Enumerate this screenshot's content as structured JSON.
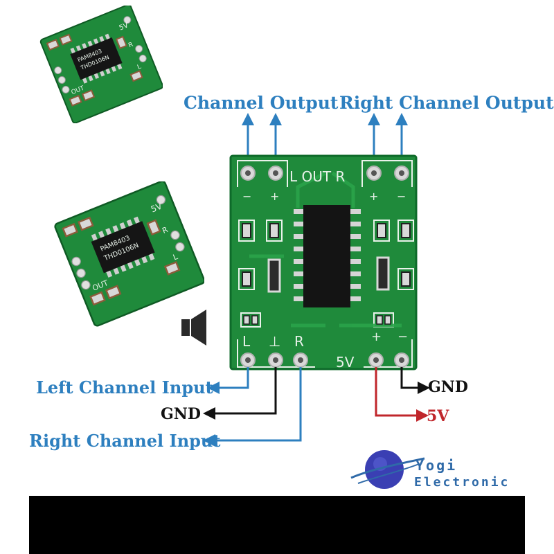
{
  "labels": {
    "left_out": "Channel Output",
    "right_out": "Right Channel Output",
    "left_in": "Left Channel Input",
    "gnd_in": "GND",
    "right_in": "Right Channel Input",
    "gnd_power": "GND",
    "power": "5V"
  },
  "board": {
    "top_silk": "L OUT R",
    "minus1": "−",
    "plus1": "+",
    "plus2": "+",
    "minus2": "−",
    "bottom_l": "L",
    "bottom_gnd": "⊥",
    "bottom_r": "R",
    "bottom_5v": "5V",
    "bottom_plus": "+",
    "bottom_minus": "−"
  },
  "thumbnail": {
    "chip_text_1": "PAM8403",
    "chip_text_2": "THD0106N",
    "silk_out": "OUT",
    "silk_5v": "5V",
    "silk_r": "R",
    "silk_l": "L"
  },
  "brand": {
    "line1": "Yogi",
    "line2": "Electronic"
  },
  "colors": {
    "blue_label": "#2d7fbf",
    "red_wire": "#c0262b",
    "pcb_green": "#1f8a3b"
  }
}
